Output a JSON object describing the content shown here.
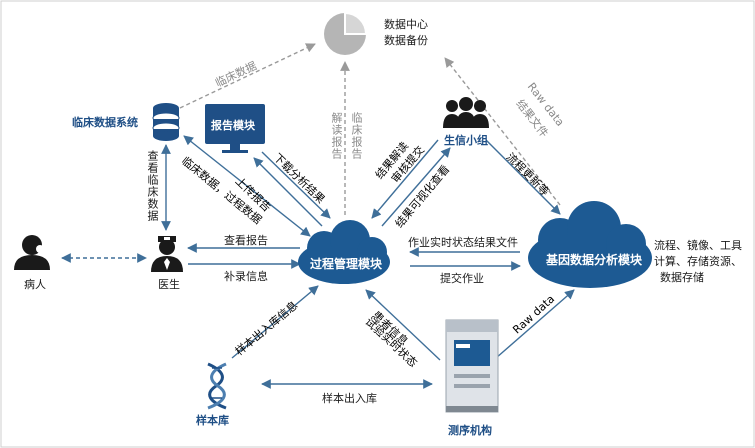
{
  "nodes": {
    "data_center": {
      "line1": "数据中心",
      "line2": "数据备份"
    },
    "clinical_system": {
      "label": "临床数据系统"
    },
    "report_module": {
      "label": "报告模块"
    },
    "bioinfo_group": {
      "label": "生信小组"
    },
    "patient": {
      "label": "病人"
    },
    "doctor": {
      "label": "医生"
    },
    "process_mgmt": {
      "label": "过程管理模块"
    },
    "gene_analysis": {
      "label": "基因数据分析模块"
    },
    "gene_desc": {
      "line1": "流程、镜像、工具",
      "line2": "计算、存储资源、",
      "line3": "数据存储"
    },
    "sample_bank": {
      "label": "样本库"
    },
    "sequencing": {
      "label": "测序机构"
    }
  },
  "edges": {
    "clinical_to_center": "临床数据",
    "interpret_report": "解读报告",
    "clinical_report": "临床报告",
    "raw_data_top": "Raw data",
    "result_file": "结果文件",
    "view_clinical": "查看临床数据",
    "clinical_process_data": "临床数据，过程数据",
    "upload_report": "上传报告",
    "download_results": "下载分析结果",
    "result_interpret": "结果解读",
    "review_submit": "审核提交",
    "result_visual": "结果可视化查看",
    "flow_update": "流程更新等",
    "view_report": "查看报告",
    "supplement_info": "补录信息",
    "job_status": "作业实时状态结果文件",
    "submit_job": "提交作业",
    "sample_in_out_info": "样本出入库信息",
    "patient_info": "患者信息",
    "experiment_status": "试验实时状态",
    "raw_data_bottom": "Raw data",
    "sample_in_out": "样本出入库"
  },
  "colors": {
    "blue": "#1f4f86",
    "cloud": "#1d5a93",
    "arrow": "#3f6f99",
    "dashed": "#9a9a9a"
  }
}
